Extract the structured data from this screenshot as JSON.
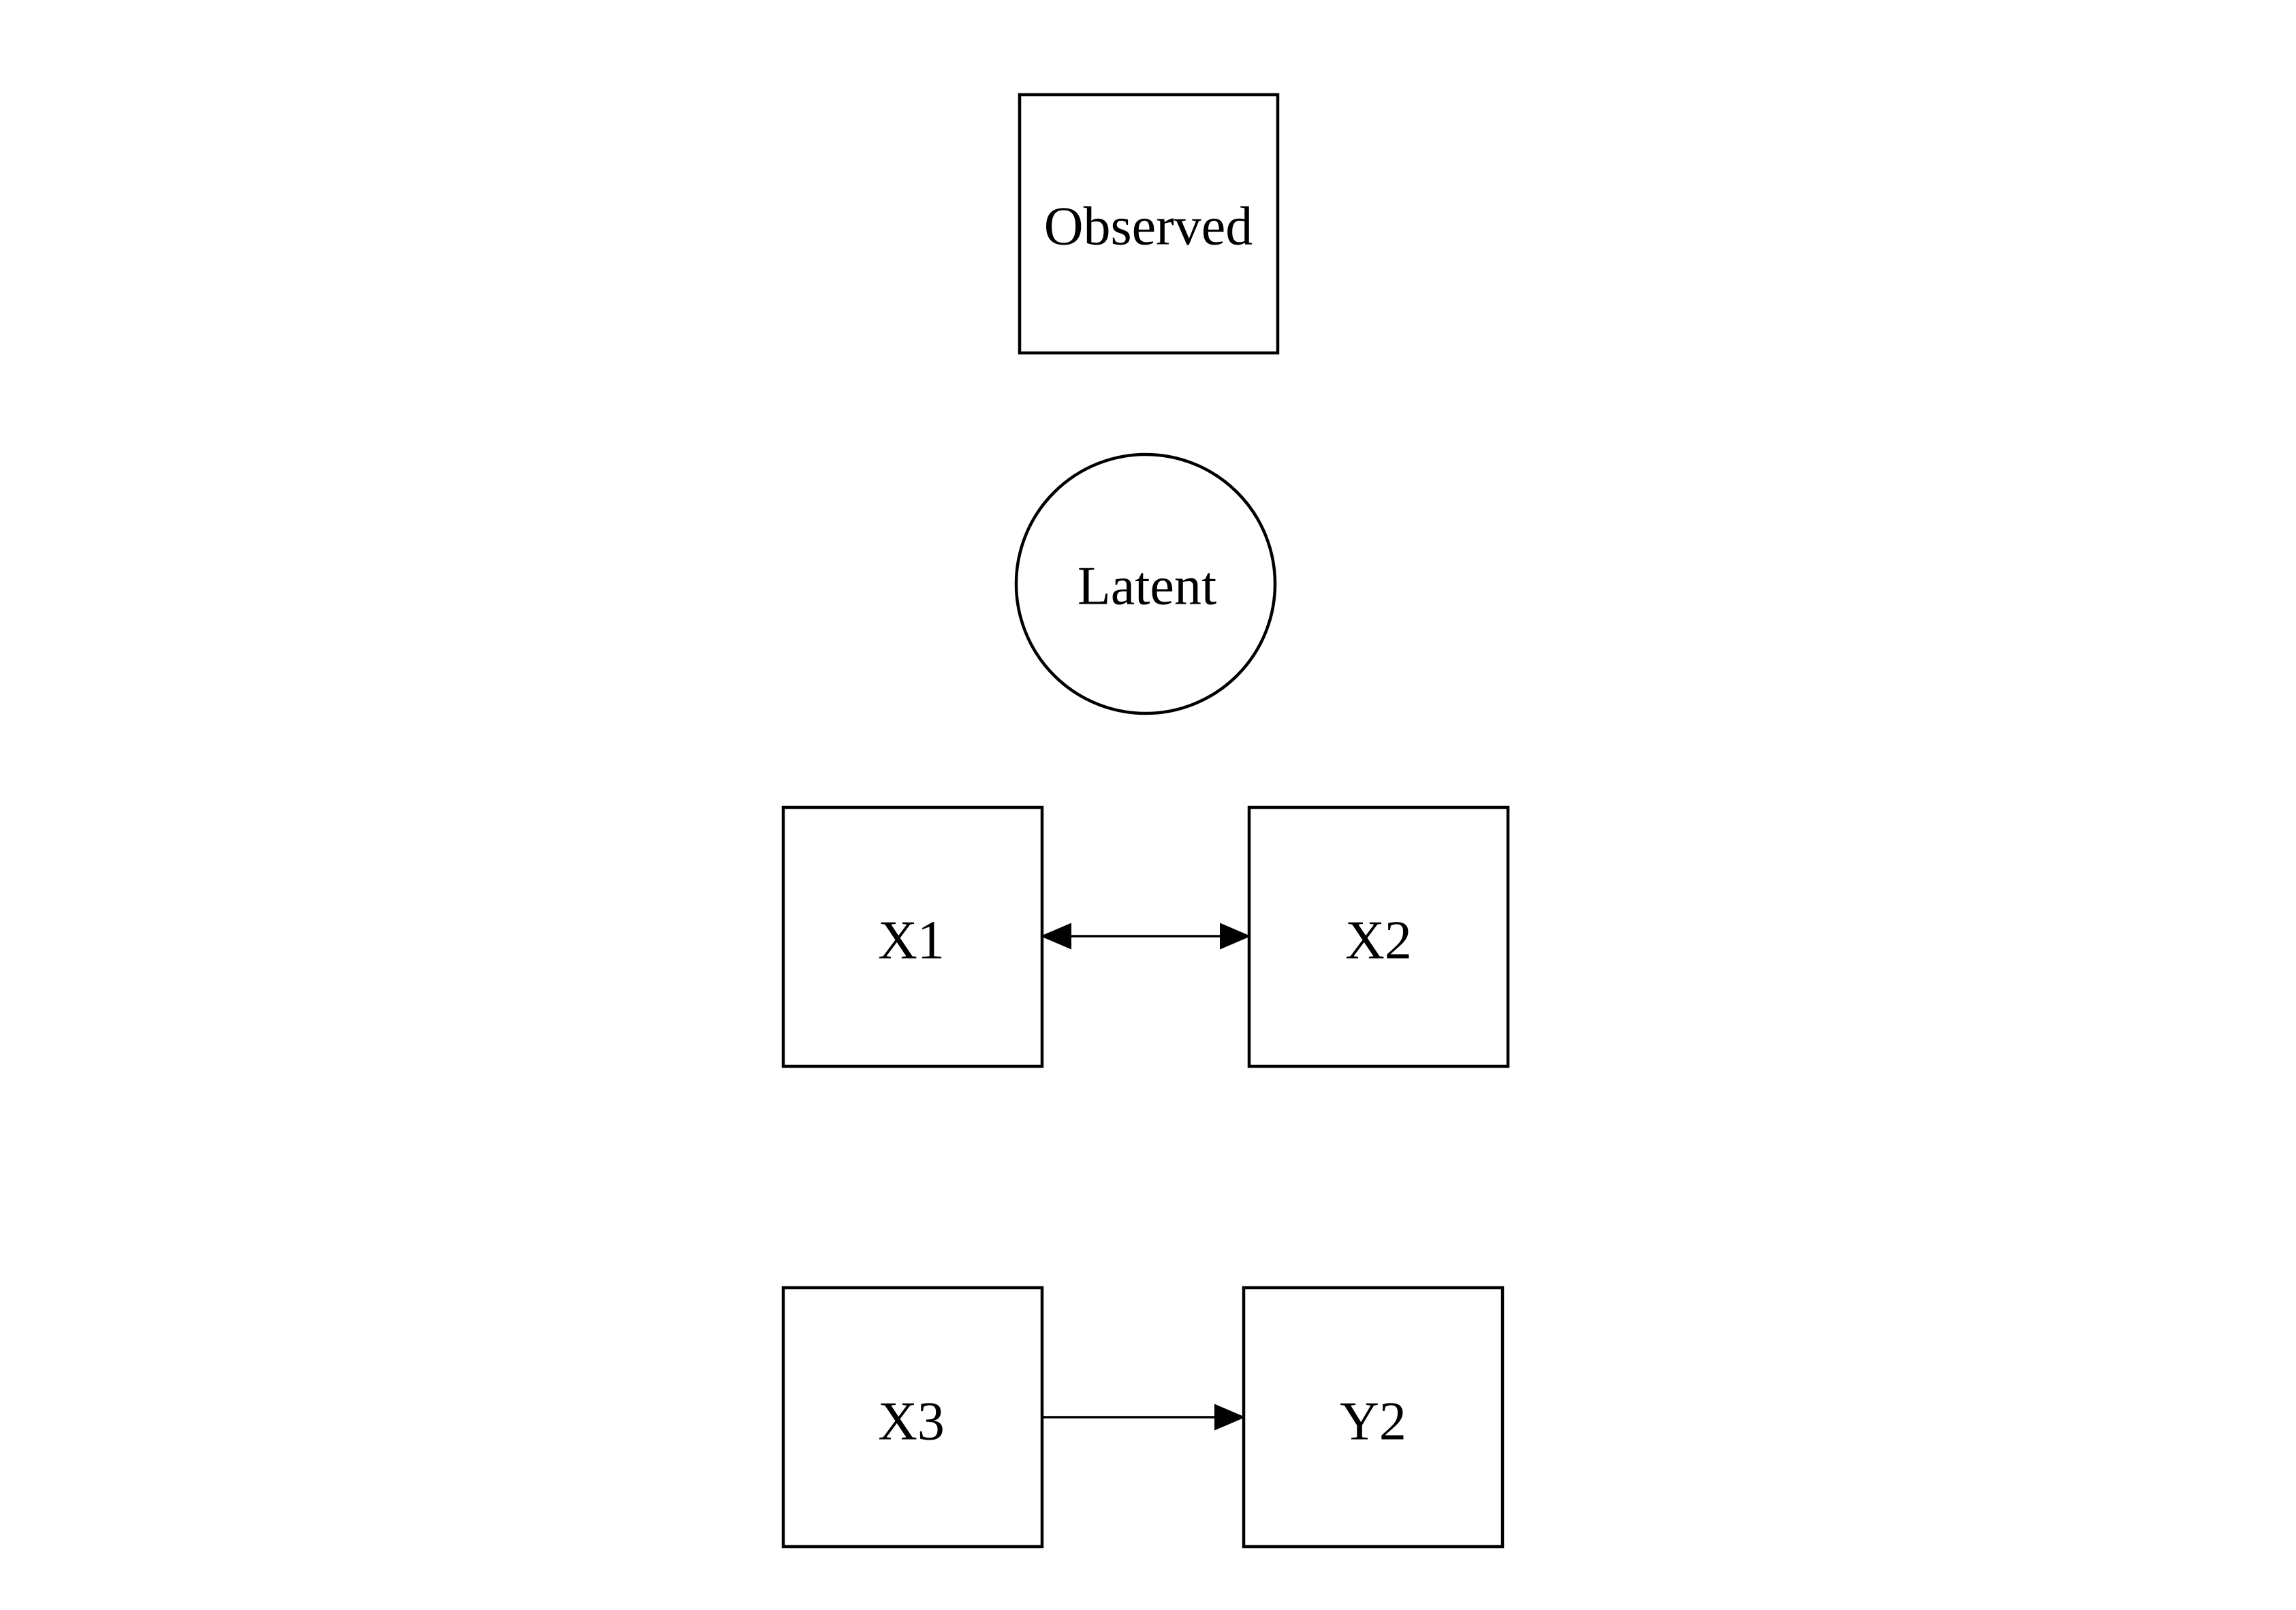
{
  "diagram": {
    "nodes": {
      "observed": {
        "label": "Observed",
        "shape": "rectangle"
      },
      "latent": {
        "label": "Latent",
        "shape": "circle"
      },
      "x1": {
        "label": "X1",
        "shape": "rectangle"
      },
      "x2": {
        "label": "X2",
        "shape": "rectangle"
      },
      "x3": {
        "label": "X3",
        "shape": "rectangle"
      },
      "y2": {
        "label": "Y2",
        "shape": "rectangle"
      }
    },
    "edges": [
      {
        "from": "x1",
        "to": "x2",
        "direction": "bidirectional"
      },
      {
        "from": "x3",
        "to": "y2",
        "direction": "forward"
      }
    ],
    "colors": {
      "stroke": "#000000",
      "background": "#ffffff",
      "text": "#000000"
    }
  }
}
